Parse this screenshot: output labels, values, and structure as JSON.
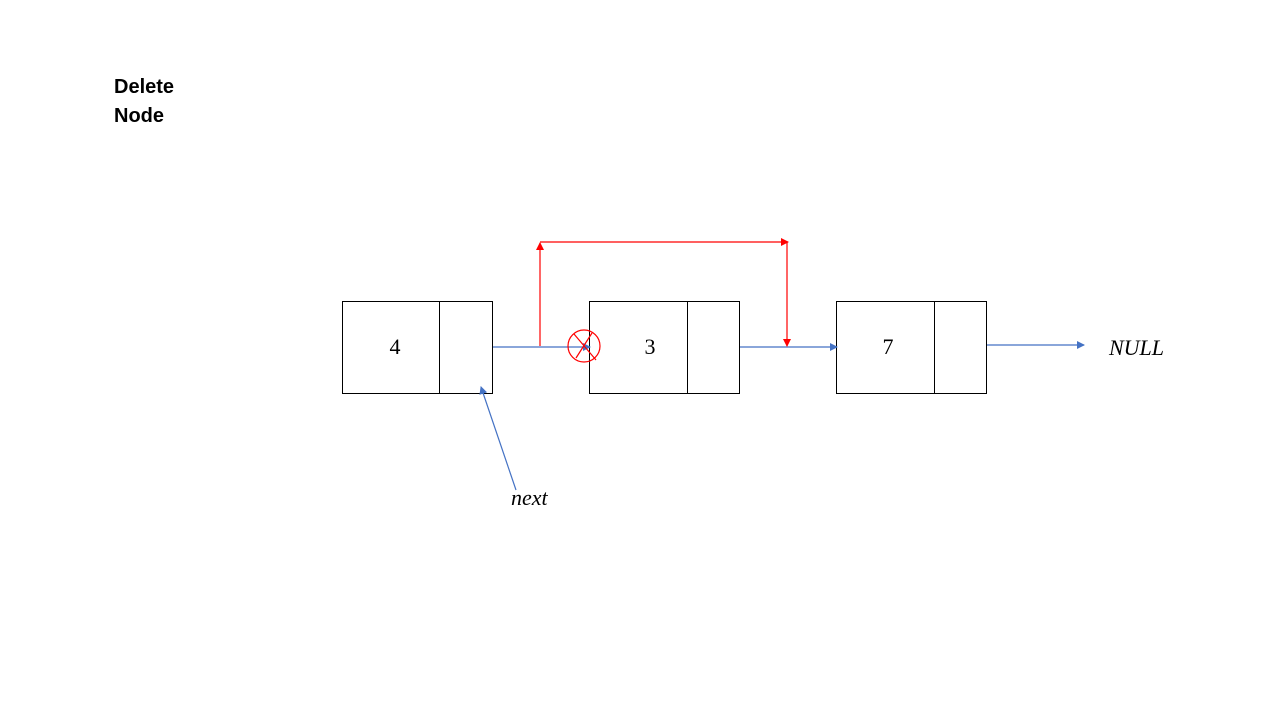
{
  "title": {
    "line1": "Delete",
    "line2": "Node"
  },
  "nodes": [
    {
      "value": "4"
    },
    {
      "value": "3"
    },
    {
      "value": "7"
    }
  ],
  "null_label": "NULL",
  "next_label": "next",
  "colors": {
    "pointer": "#4472c4",
    "delete": "#ff0000",
    "box": "#000000"
  }
}
